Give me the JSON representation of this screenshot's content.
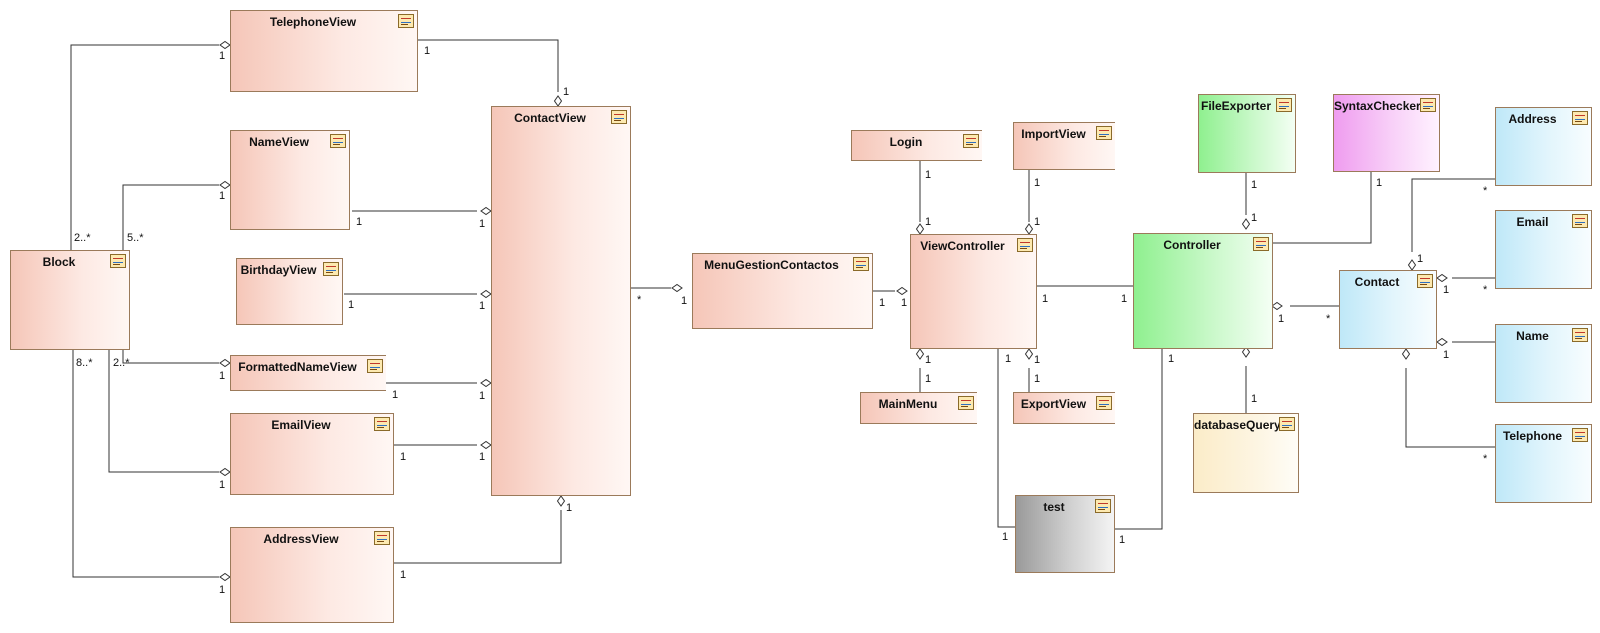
{
  "classes": {
    "TelephoneView": "TelephoneView",
    "NameView": "NameView",
    "BirthdayView": "BirthdayView",
    "FormattedNameView": "FormattedNameView",
    "EmailView": "EmailView",
    "AddressView": "AddressView",
    "Block": "Block",
    "ContactView": "ContactView",
    "MenuGestionContactos": "MenuGestionContactos",
    "Login": "Login",
    "ImportView": "ImportView",
    "ViewController": "ViewController",
    "MainMenu": "MainMenu",
    "ExportView": "ExportView",
    "test": "test",
    "Controller": "Controller",
    "FileExporter": "FileExporter",
    "SyntaxChecker": "SyntaxChecker",
    "databaseQuery": "databaseQuery",
    "Contact": "Contact",
    "Address": "Address",
    "Email": "Email",
    "Name": "Name",
    "Telephone": "Telephone"
  },
  "colors": {
    "views": "#f5c6b8",
    "controller": "#8ff08f",
    "syntax_checker": "#ef9cef",
    "model": "#bfe8f8",
    "database": "#fbecc8",
    "test": "#9a9a9a",
    "border": "#9b7a5a"
  },
  "icon": "class-icon",
  "multiplicities": {
    "m1": "1",
    "m2": "1",
    "m3": "1",
    "m4": "1",
    "m5": "2..*",
    "m6": "5..*",
    "m7": "1",
    "m8": "1",
    "m9": "1",
    "m10": "1",
    "m11": "1",
    "m12": "8..*",
    "m13": "2..*",
    "m14": "1",
    "m15": "1",
    "m16": "1",
    "m17": "1",
    "m18": "1",
    "m19": "1",
    "m20": "1",
    "m21": "1",
    "m22": "1",
    "m23": "*",
    "m24": "1",
    "m25": "1",
    "m26": "1",
    "m27": "1",
    "m28": "1",
    "m29": "1",
    "m30": "1",
    "m31": "1",
    "m32": "1",
    "m33": "1",
    "m34": "1",
    "m35": "1",
    "m36": "1",
    "m37": "1",
    "m38": "1",
    "m39": "1",
    "m40": "1",
    "m41": "1",
    "m42": "1",
    "m43": "1",
    "m44": "*",
    "m45": "1",
    "m46": "*",
    "m47": "1",
    "m48": "*",
    "m49": "1",
    "m50": "1",
    "m51": "*"
  }
}
